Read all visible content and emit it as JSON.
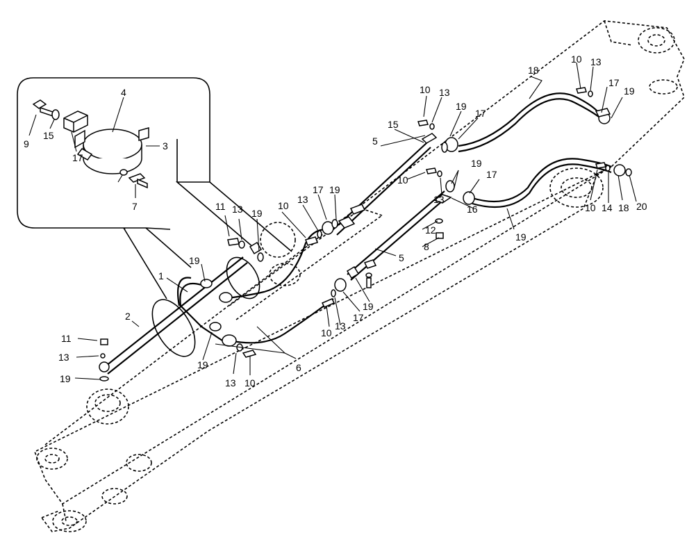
{
  "callouts": [
    {
      "id": "c1",
      "text": "1"
    },
    {
      "id": "c2",
      "text": "2"
    },
    {
      "id": "c3",
      "text": "3"
    },
    {
      "id": "c4",
      "text": "4"
    },
    {
      "id": "c5a",
      "text": "5"
    },
    {
      "id": "c5b",
      "text": "5"
    },
    {
      "id": "c6",
      "text": "6"
    },
    {
      "id": "c7",
      "text": "7"
    },
    {
      "id": "c8",
      "text": "8"
    },
    {
      "id": "c9",
      "text": "9"
    },
    {
      "id": "c10a",
      "text": "10"
    },
    {
      "id": "c10b",
      "text": "10"
    },
    {
      "id": "c10c",
      "text": "10"
    },
    {
      "id": "c10d",
      "text": "10"
    },
    {
      "id": "c10e",
      "text": "10"
    },
    {
      "id": "c10f",
      "text": "10"
    },
    {
      "id": "c10g",
      "text": "10"
    },
    {
      "id": "c11a",
      "text": "11"
    },
    {
      "id": "c11b",
      "text": "11"
    },
    {
      "id": "c12",
      "text": "12"
    },
    {
      "id": "c13a",
      "text": "13"
    },
    {
      "id": "c13b",
      "text": "13"
    },
    {
      "id": "c13c",
      "text": "13"
    },
    {
      "id": "c13d",
      "text": "13"
    },
    {
      "id": "c13e",
      "text": "13"
    },
    {
      "id": "c13f",
      "text": "13"
    },
    {
      "id": "c13g",
      "text": "13"
    },
    {
      "id": "c13h",
      "text": "13"
    },
    {
      "id": "c14",
      "text": "14"
    },
    {
      "id": "c15a",
      "text": "15"
    },
    {
      "id": "c15b",
      "text": "15"
    },
    {
      "id": "c16",
      "text": "16"
    },
    {
      "id": "c17a",
      "text": "17"
    },
    {
      "id": "c17b",
      "text": "17"
    },
    {
      "id": "c17c",
      "text": "17"
    },
    {
      "id": "c17d",
      "text": "17"
    },
    {
      "id": "c17e",
      "text": "17"
    },
    {
      "id": "c17f",
      "text": "17"
    },
    {
      "id": "c18a",
      "text": "18"
    },
    {
      "id": "c18b",
      "text": "18"
    },
    {
      "id": "c19a",
      "text": "19"
    },
    {
      "id": "c19b",
      "text": "19"
    },
    {
      "id": "c19c",
      "text": "19"
    },
    {
      "id": "c19d",
      "text": "19"
    },
    {
      "id": "c19e",
      "text": "19"
    },
    {
      "id": "c19f",
      "text": "19"
    },
    {
      "id": "c19g",
      "text": "19"
    },
    {
      "id": "c19h",
      "text": "19"
    },
    {
      "id": "c19i",
      "text": "19"
    },
    {
      "id": "c19j",
      "text": "19"
    },
    {
      "id": "c20",
      "text": "20"
    }
  ]
}
